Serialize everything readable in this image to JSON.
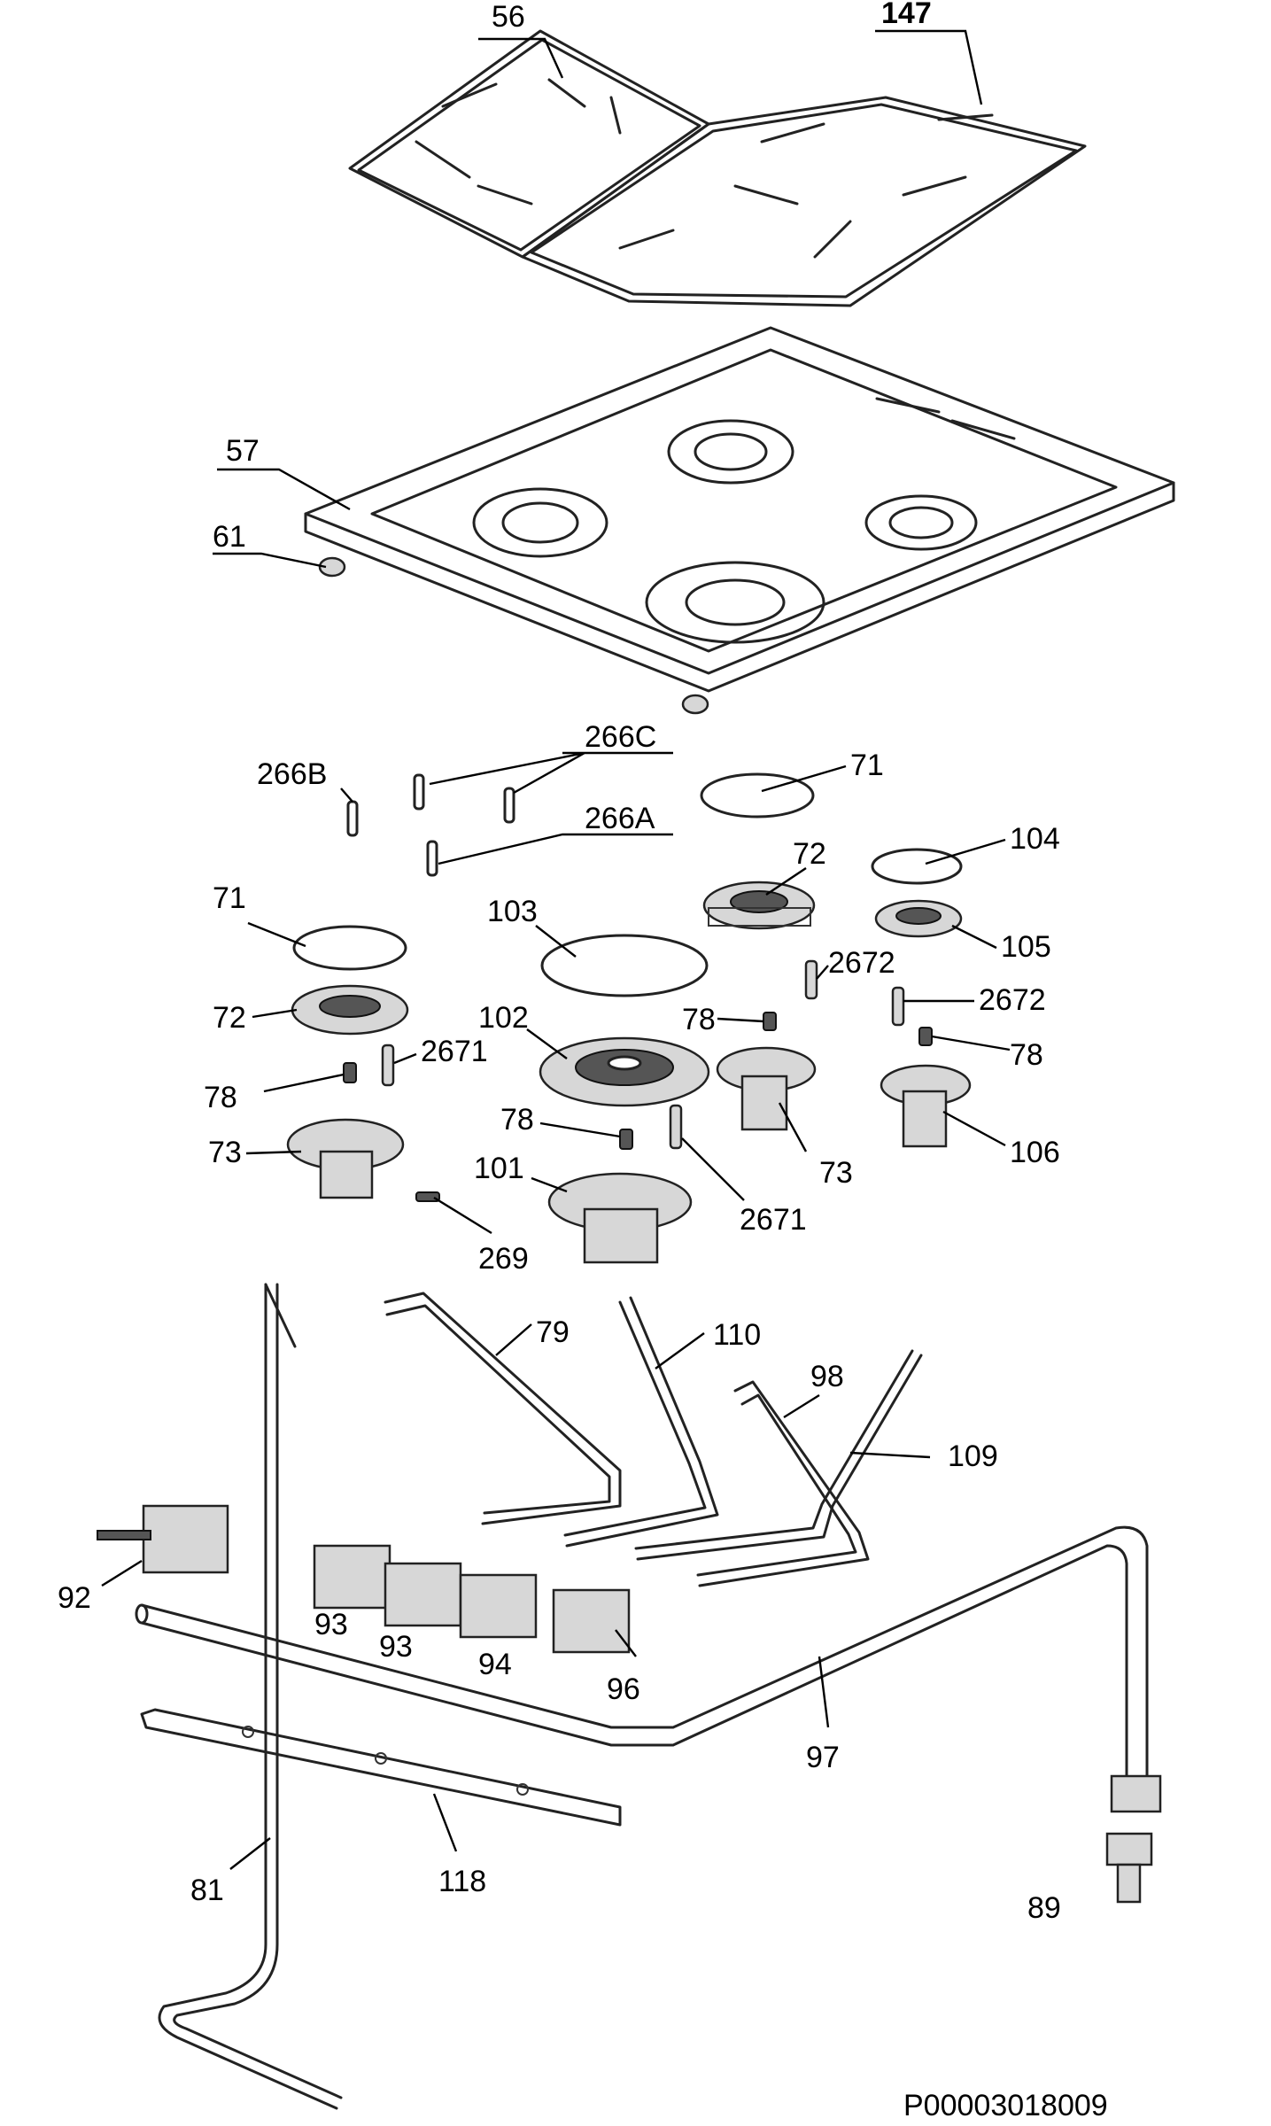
{
  "diagram": {
    "labels": {
      "l56": "56",
      "l147": "147",
      "l57": "57",
      "l61": "61",
      "l266b": "266B",
      "l266c": "266C",
      "l266a": "266A",
      "l71a": "71",
      "l71b": "71",
      "l104": "104",
      "l72a": "72",
      "l72b": "72",
      "l103": "103",
      "l105": "105",
      "l2672a": "2672",
      "l2672b": "2672",
      "l102": "102",
      "l2671a": "2671",
      "l78a": "78",
      "l78b": "78",
      "l78c": "78",
      "l78d": "78",
      "l73a": "73",
      "l73b": "73",
      "l106": "106",
      "l101": "101",
      "l2671b": "2671",
      "l269": "269",
      "l79": "79",
      "l110": "110",
      "l98": "98",
      "l109": "109",
      "l92": "92",
      "l93a": "93",
      "l93b": "93",
      "l94": "94",
      "l96": "96",
      "l97": "97",
      "l81": "81",
      "l118": "118",
      "l89": "89"
    },
    "document_code": "P00003018009"
  }
}
